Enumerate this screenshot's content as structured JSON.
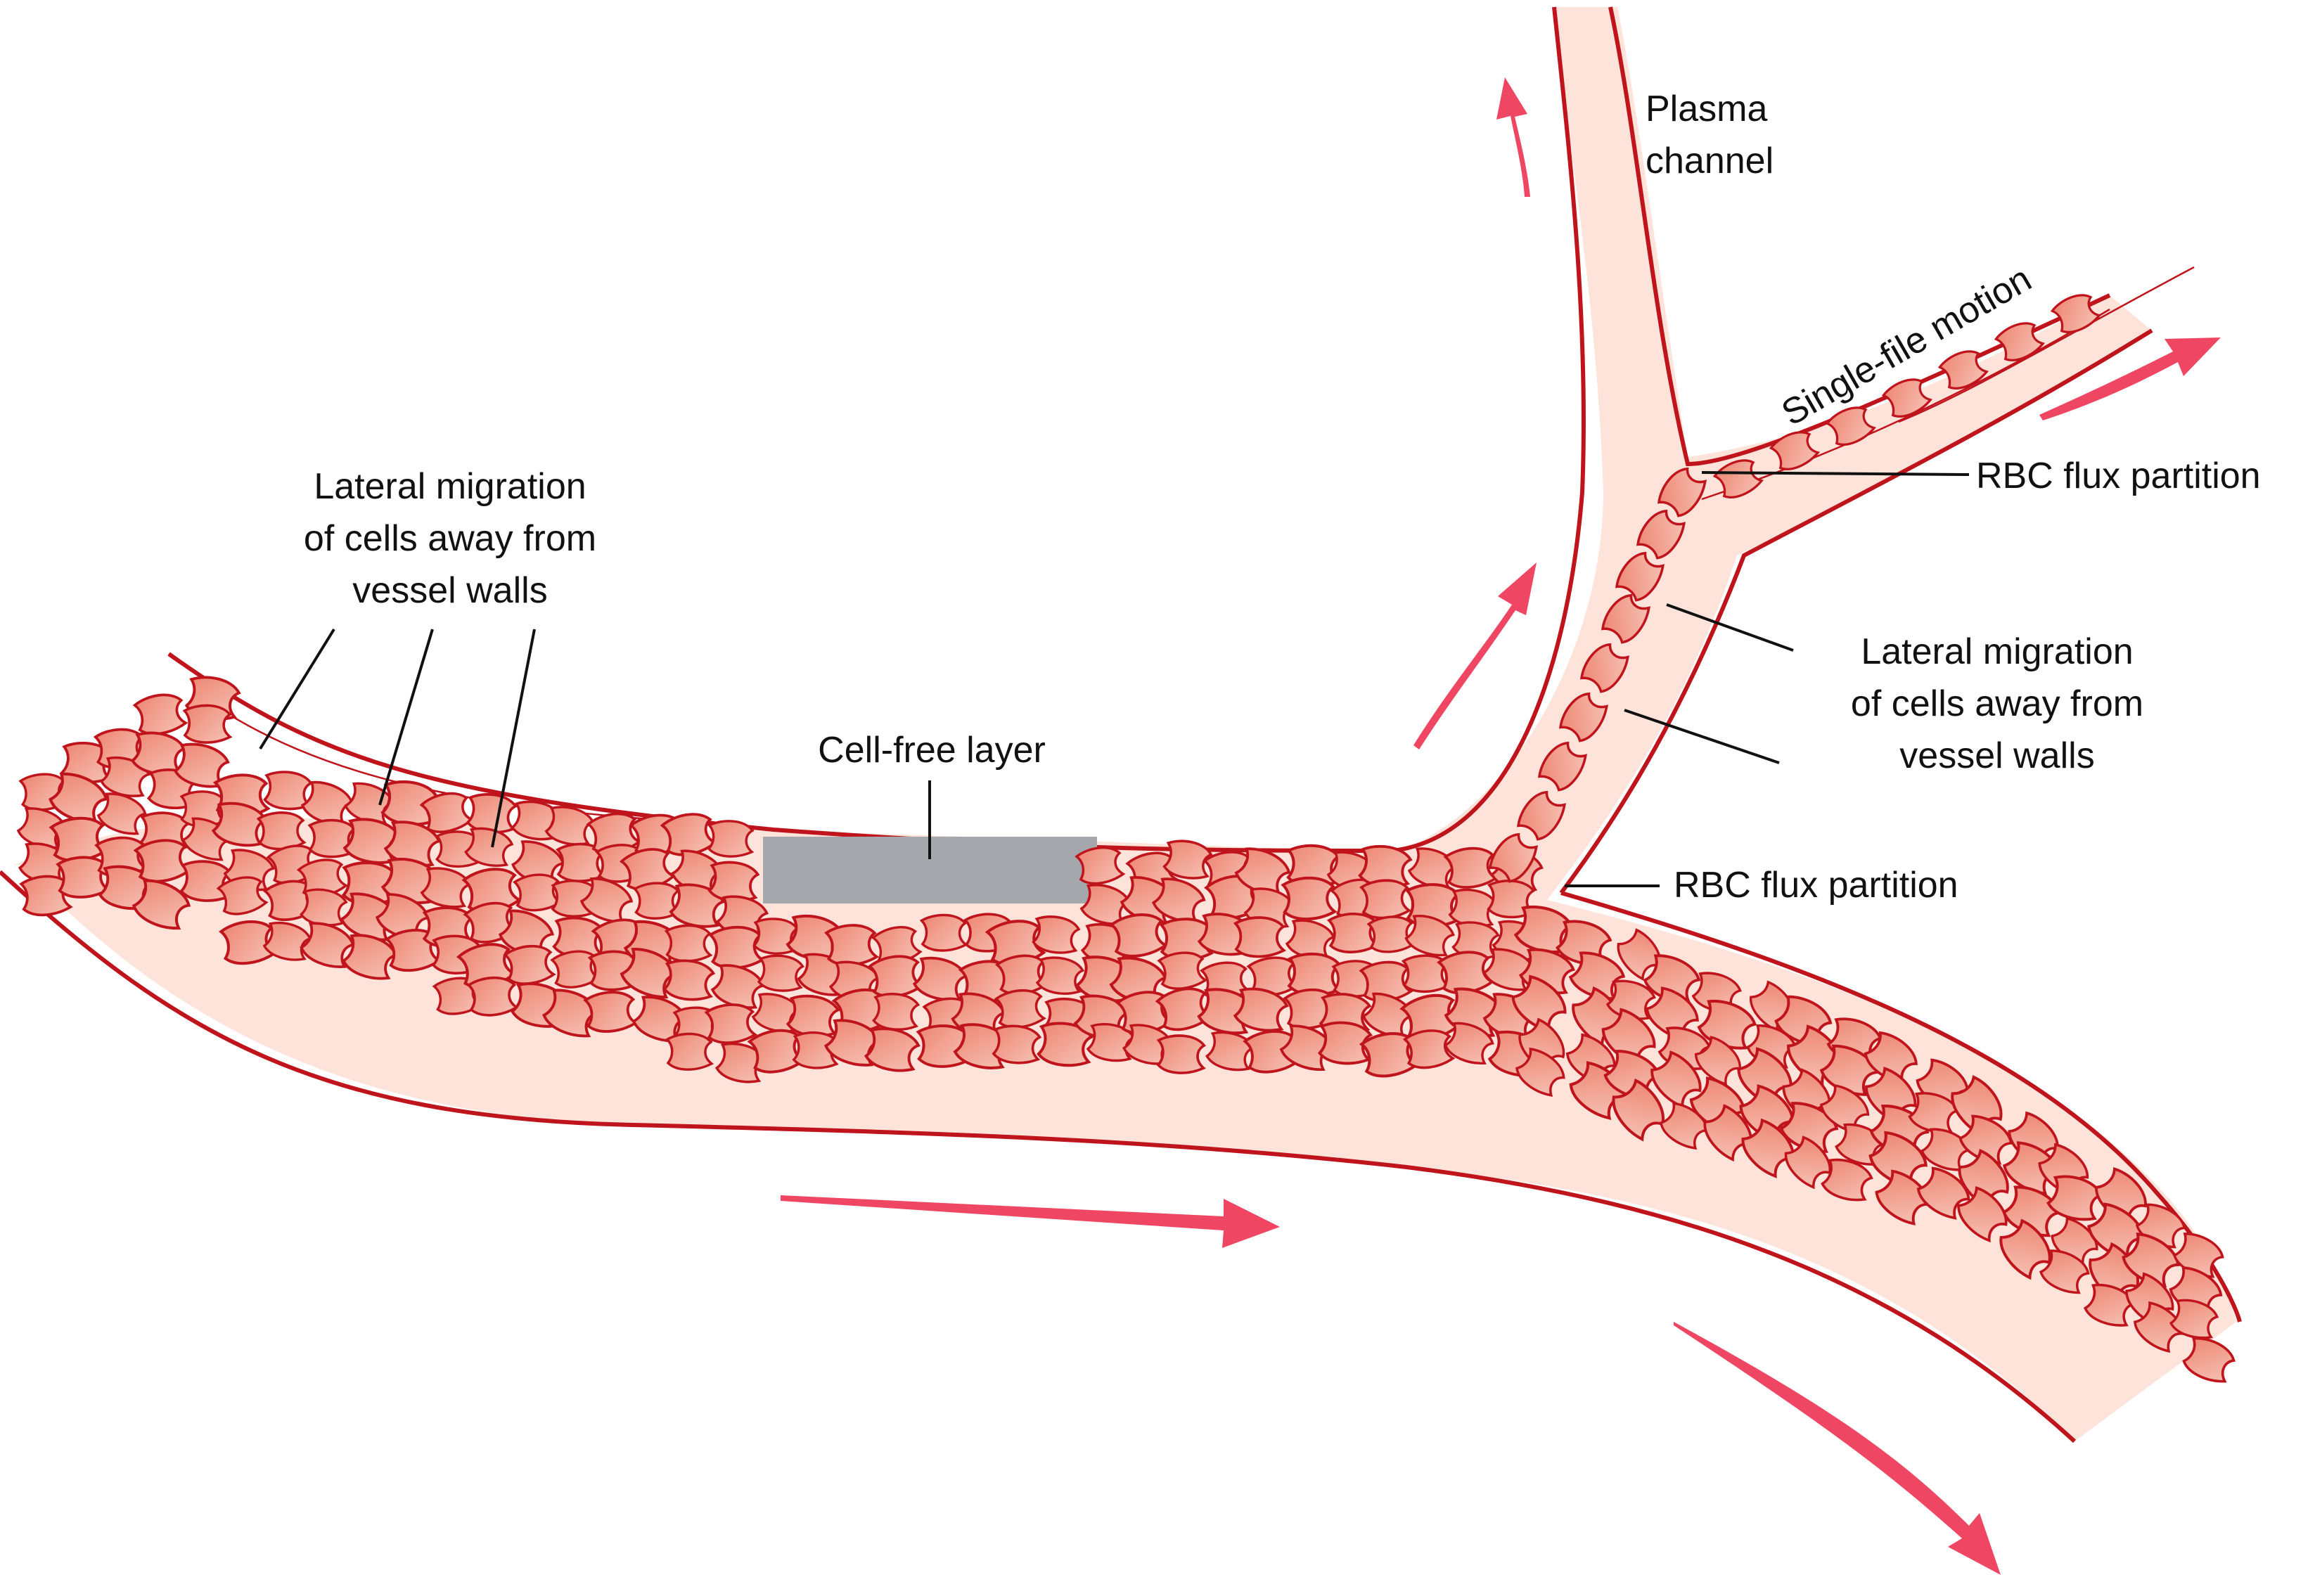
{
  "labels": {
    "lateral_migration_left": "Lateral migration\nof cells away from\nvessel walls",
    "cell_free_layer": "Cell-free layer",
    "plasma_channel": "Plasma\nchannel",
    "single_file_motion": "Single-file motion",
    "rbc_flux_partition_top": "RBC flux partition",
    "lateral_migration_right": "Lateral migration\nof cells away from\nvessel walls",
    "rbc_flux_partition_bottom": "RBC flux partition"
  },
  "colors": {
    "vessel_wall": "#c0141c",
    "plasma_fill": "#fde3da",
    "cell_fill": "#ee8471",
    "cell_fill_light": "#f6c3b6",
    "cell_outline": "#c0141c",
    "flow_arrow": "#ef4763",
    "cell_free_layer": "#a4a7ab",
    "leader_line": "#111111"
  },
  "icons": {
    "flow_arrow": "flow-arrow-icon",
    "red_blood_cell": "red-blood-cell-icon"
  }
}
